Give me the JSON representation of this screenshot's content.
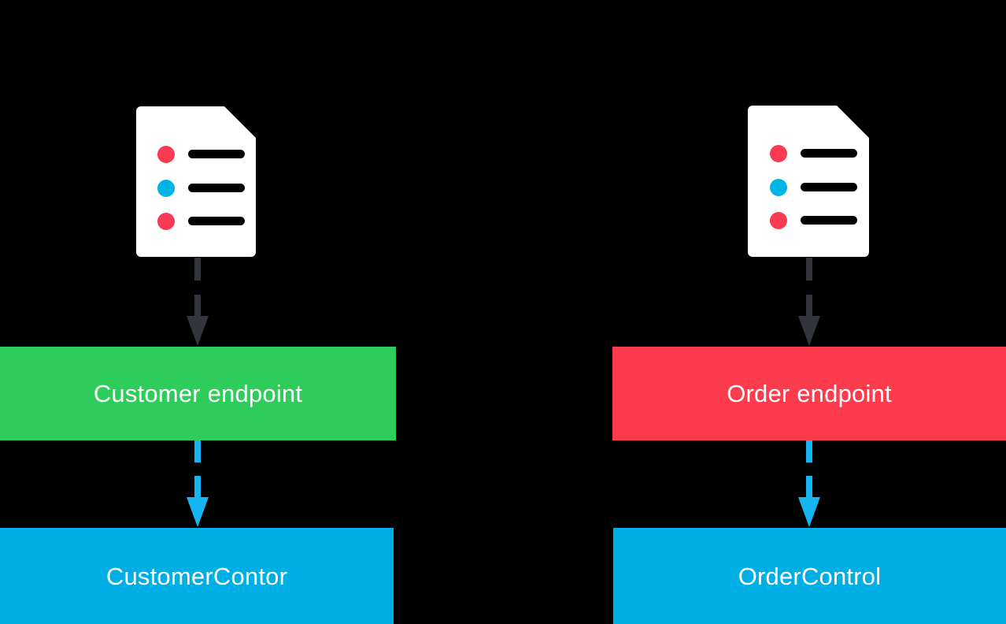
{
  "diagram": {
    "title": "Endpoint to Controller architecture diagram",
    "background_color": "#000000",
    "colors": {
      "green": "#2ECC5A",
      "red": "#FC3B4D",
      "blue": "#00AEE6",
      "arrow_gray": "#32363C",
      "arrow_blue": "#16B4F0",
      "doc_paper": "#FFFFFF",
      "doc_line": "#000000",
      "bullet_red": "#FA3B52",
      "bullet_blue": "#00B3E6",
      "label_text": "#FFFFFF"
    }
  },
  "columns": [
    {
      "id": "customer",
      "document": {
        "name": "customer-document-icon",
        "bullets": [
          "red",
          "blue",
          "red"
        ]
      },
      "arrow_top": {
        "name": "customer-doc-to-endpoint-arrow",
        "style": "dashed",
        "color": "#32363C"
      },
      "endpoint": {
        "label": "Customer endpoint",
        "color": "#2ECC5A"
      },
      "arrow_bottom": {
        "name": "customer-endpoint-to-controller-arrow",
        "style": "dashed",
        "color": "#16B4F0"
      },
      "controller": {
        "label": "CustomerContor",
        "color": "#00AEE6"
      }
    },
    {
      "id": "order",
      "document": {
        "name": "order-document-icon",
        "bullets": [
          "red",
          "blue",
          "red"
        ]
      },
      "arrow_top": {
        "name": "order-doc-to-endpoint-arrow",
        "style": "dashed",
        "color": "#32363C"
      },
      "endpoint": {
        "label": "Order endpoint",
        "color": "#FC3B4D"
      },
      "arrow_bottom": {
        "name": "order-endpoint-to-controller-arrow",
        "style": "dashed",
        "color": "#16B4F0"
      },
      "controller": {
        "label": "OrderControl",
        "color": "#00AEE6"
      }
    }
  ]
}
